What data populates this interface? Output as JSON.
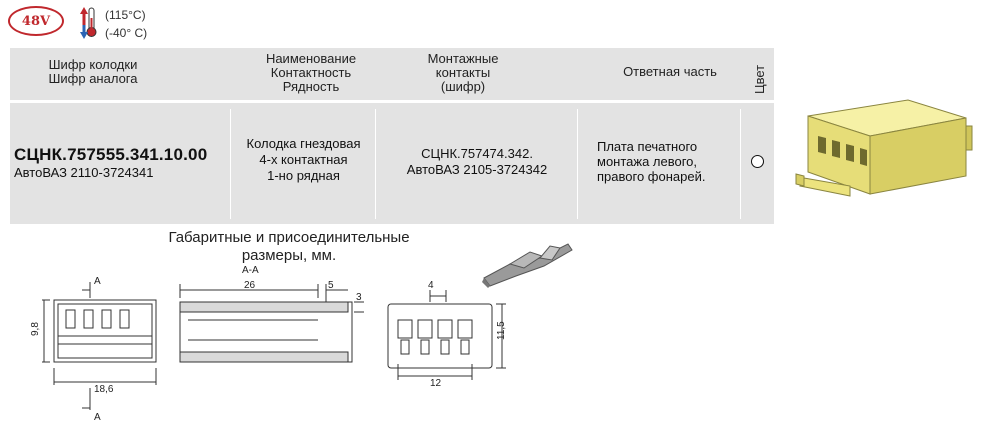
{
  "badges": {
    "voltage": "48V",
    "temp_high": "(115°C)",
    "temp_low": "(-40° C)"
  },
  "table": {
    "headers": {
      "code": "Шифр колодки\nШифр аналога",
      "name": "Наименование\nКонтактность\nРядность",
      "contacts": "Монтажные\nконтакты\n(шифр)",
      "mate": "Ответная часть",
      "color": "Цвет"
    },
    "row": {
      "code": "СЦНК.757555.341.10.00",
      "analog": "АвтоВАЗ 2110-3724341",
      "name": "Колодка гнездовая\n4-х контактная\n1-но рядная",
      "contacts": "СЦНК.757474.342.\nАвтоВАЗ 2105-3724342",
      "mate": "Плата печатного\nмонтажа левого,\nправого фонарей."
    }
  },
  "drawing": {
    "caption": "Габаритные и присоединительные размеры, мм.",
    "section_label": "А-А",
    "section_mark": "А",
    "dims": {
      "height_front": "9,8",
      "width_front": "18,6",
      "length_side": "26",
      "tab_side": "5",
      "tab_h": "3",
      "pitch": "4",
      "span": "12",
      "height_end": "11,5"
    }
  },
  "colors": {
    "header_bg": "#e3e3e3",
    "badge_red": "#c0282d",
    "connector_yellow": "#f2ec8c"
  }
}
